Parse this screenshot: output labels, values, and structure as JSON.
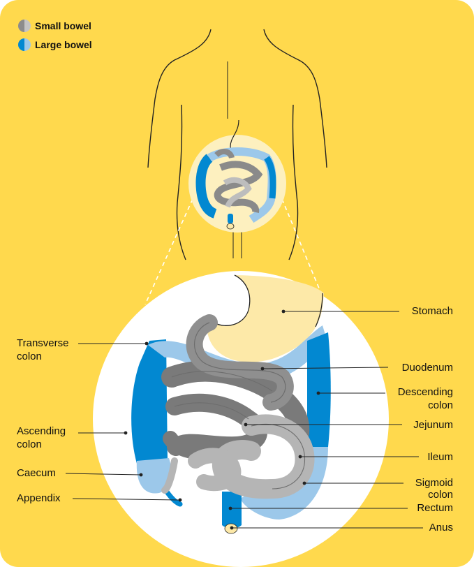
{
  "legend": [
    {
      "label": "Small bowel",
      "colors": [
        "#8c8c8c",
        "#c4c4c4"
      ]
    },
    {
      "label": "Large bowel",
      "colors": [
        "#0288d1",
        "#9cc8ea"
      ]
    }
  ],
  "labels": {
    "transverse_colon": [
      "Transverse",
      "colon"
    ],
    "ascending_colon": [
      "Ascending",
      "colon"
    ],
    "caecum": "Caecum",
    "appendix": "Appendix",
    "stomach": "Stomach",
    "duodenum": "Duodenum",
    "descending_colon": [
      "Descending",
      "colon"
    ],
    "jejunum": "Jejunum",
    "ileum": "Ileum",
    "sigmoid_colon": [
      "Sigmoid",
      "colon"
    ],
    "rectum": "Rectum",
    "anus": "Anus"
  },
  "colors": {
    "background": "#ffd94d",
    "large_bowel_dark": "#0288d1",
    "large_bowel_light": "#9cc8ea",
    "small_bowel_dark": "#7a7a7a",
    "small_bowel_light": "#b8b8b8",
    "stomach": "#fde9a8"
  }
}
